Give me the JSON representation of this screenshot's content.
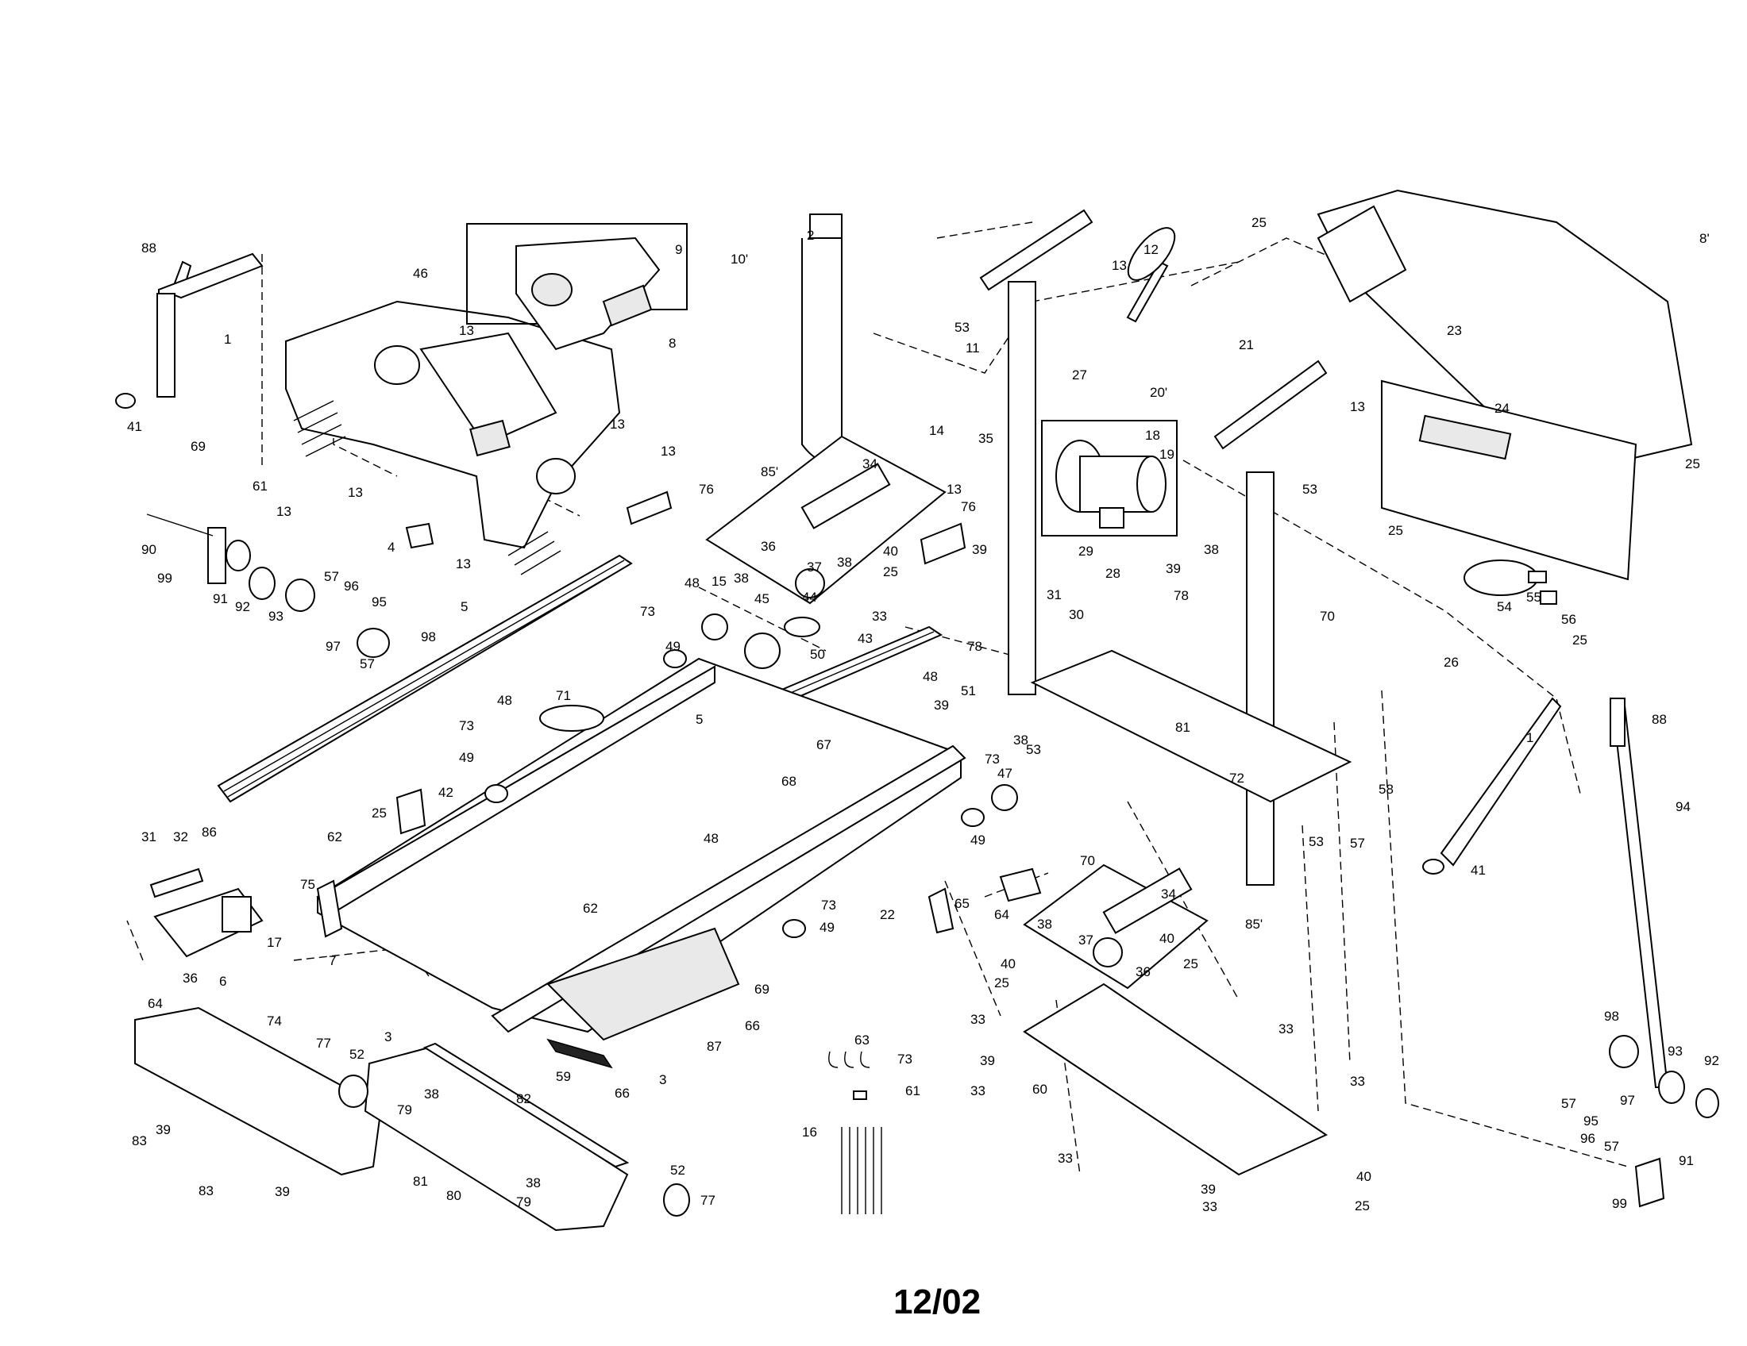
{
  "footer": {
    "code": "12/02"
  },
  "callouts": [
    {
      "id": "c88a",
      "text": "88"
    },
    {
      "id": "c1a",
      "text": "1"
    },
    {
      "id": "c41a",
      "text": "41"
    },
    {
      "id": "c69a",
      "text": "69"
    },
    {
      "id": "c46",
      "text": "46"
    },
    {
      "id": "c13a",
      "text": "13"
    },
    {
      "id": "c13b",
      "text": "13"
    },
    {
      "id": "c61a",
      "text": "61"
    },
    {
      "id": "c13c",
      "text": "13"
    },
    {
      "id": "c13d",
      "text": "13"
    },
    {
      "id": "c4",
      "text": "4"
    },
    {
      "id": "c13e",
      "text": "13"
    },
    {
      "id": "c9",
      "text": "9"
    },
    {
      "id": "c8",
      "text": "8"
    },
    {
      "id": "c10",
      "text": "10'"
    },
    {
      "id": "c90",
      "text": "90"
    },
    {
      "id": "c99a",
      "text": "99"
    },
    {
      "id": "c91a",
      "text": "91"
    },
    {
      "id": "c92a",
      "text": "92"
    },
    {
      "id": "c93a",
      "text": "93"
    },
    {
      "id": "c57a",
      "text": "57"
    },
    {
      "id": "c96a",
      "text": "96"
    },
    {
      "id": "c95a",
      "text": "95"
    },
    {
      "id": "c97a",
      "text": "97"
    },
    {
      "id": "c57b",
      "text": "57"
    },
    {
      "id": "c98a",
      "text": "98"
    },
    {
      "id": "c5a",
      "text": "5"
    },
    {
      "id": "c13f",
      "text": "13"
    },
    {
      "id": "c76a",
      "text": "76"
    },
    {
      "id": "c2",
      "text": "2"
    },
    {
      "id": "c85a",
      "text": "85'"
    },
    {
      "id": "c34a",
      "text": "34"
    },
    {
      "id": "c13g",
      "text": "13"
    },
    {
      "id": "c76b",
      "text": "76"
    },
    {
      "id": "c36a",
      "text": "36"
    },
    {
      "id": "c37a",
      "text": "37"
    },
    {
      "id": "c38a",
      "text": "38"
    },
    {
      "id": "c40a",
      "text": "40"
    },
    {
      "id": "c25a",
      "text": "25"
    },
    {
      "id": "c39a",
      "text": "39"
    },
    {
      "id": "c78a",
      "text": "78"
    },
    {
      "id": "c33a",
      "text": "33"
    },
    {
      "id": "c43",
      "text": "43"
    },
    {
      "id": "c48a",
      "text": "48"
    },
    {
      "id": "c15",
      "text": "15"
    },
    {
      "id": "c38b",
      "text": "38"
    },
    {
      "id": "c45",
      "text": "45"
    },
    {
      "id": "c44",
      "text": "44"
    },
    {
      "id": "c73a",
      "text": "73"
    },
    {
      "id": "c49a",
      "text": "49"
    },
    {
      "id": "c50",
      "text": "50"
    },
    {
      "id": "c71",
      "text": "71"
    },
    {
      "id": "c48b",
      "text": "48"
    },
    {
      "id": "c73b",
      "text": "73"
    },
    {
      "id": "c49b",
      "text": "49"
    },
    {
      "id": "c5b",
      "text": "5"
    },
    {
      "id": "c67",
      "text": "67"
    },
    {
      "id": "c68",
      "text": "68"
    },
    {
      "id": "c42",
      "text": "42"
    },
    {
      "id": "c25b",
      "text": "25"
    },
    {
      "id": "c62a",
      "text": "62"
    },
    {
      "id": "c48c",
      "text": "48"
    },
    {
      "id": "c48d",
      "text": "48"
    },
    {
      "id": "c39b",
      "text": "39"
    },
    {
      "id": "c51",
      "text": "51"
    },
    {
      "id": "c38c",
      "text": "38"
    },
    {
      "id": "c53a",
      "text": "53"
    },
    {
      "id": "c73c",
      "text": "73"
    },
    {
      "id": "c47",
      "text": "47"
    },
    {
      "id": "c49c",
      "text": "49"
    },
    {
      "id": "c14",
      "text": "14"
    },
    {
      "id": "c35",
      "text": "35"
    },
    {
      "id": "c53b",
      "text": "53"
    },
    {
      "id": "c11",
      "text": "11"
    },
    {
      "id": "c13h",
      "text": "13"
    },
    {
      "id": "c12",
      "text": "12"
    },
    {
      "id": "c27",
      "text": "27"
    },
    {
      "id": "c20",
      "text": "20'"
    },
    {
      "id": "c18",
      "text": "18"
    },
    {
      "id": "c19",
      "text": "19"
    },
    {
      "id": "c29",
      "text": "29"
    },
    {
      "id": "c38d",
      "text": "38"
    },
    {
      "id": "c31a",
      "text": "31"
    },
    {
      "id": "c30",
      "text": "30"
    },
    {
      "id": "c28",
      "text": "28"
    },
    {
      "id": "c39c",
      "text": "39"
    },
    {
      "id": "c78b",
      "text": "78"
    },
    {
      "id": "c21",
      "text": "21"
    },
    {
      "id": "c13i",
      "text": "13"
    },
    {
      "id": "c53c",
      "text": "53"
    },
    {
      "id": "c25c",
      "text": "25"
    },
    {
      "id": "c8b",
      "text": "8'"
    },
    {
      "id": "c23",
      "text": "23"
    },
    {
      "id": "c24",
      "text": "24"
    },
    {
      "id": "c25d",
      "text": "25"
    },
    {
      "id": "c25e",
      "text": "25"
    },
    {
      "id": "c54",
      "text": "54"
    },
    {
      "id": "c55",
      "text": "55"
    },
    {
      "id": "c56",
      "text": "56"
    },
    {
      "id": "c25f",
      "text": "25"
    },
    {
      "id": "c70a",
      "text": "70"
    },
    {
      "id": "c26",
      "text": "26"
    },
    {
      "id": "c81a",
      "text": "81"
    },
    {
      "id": "c72",
      "text": "72"
    },
    {
      "id": "c57c",
      "text": "57"
    },
    {
      "id": "c58",
      "text": "58"
    },
    {
      "id": "c53d",
      "text": "53"
    },
    {
      "id": "c1b",
      "text": "1"
    },
    {
      "id": "c41b",
      "text": "41"
    },
    {
      "id": "c88b",
      "text": "88"
    },
    {
      "id": "c94",
      "text": "94"
    },
    {
      "id": "c86",
      "text": "86"
    },
    {
      "id": "c31b",
      "text": "31"
    },
    {
      "id": "c32",
      "text": "32"
    },
    {
      "id": "c75",
      "text": "75"
    },
    {
      "id": "c7",
      "text": "7"
    },
    {
      "id": "c17",
      "text": "17"
    },
    {
      "id": "c36b",
      "text": "36"
    },
    {
      "id": "c6",
      "text": "6"
    },
    {
      "id": "c62b",
      "text": "62"
    },
    {
      "id": "c73d",
      "text": "73"
    },
    {
      "id": "c49d",
      "text": "49"
    },
    {
      "id": "c22",
      "text": "22"
    },
    {
      "id": "c65",
      "text": "65"
    },
    {
      "id": "c70b",
      "text": "70"
    },
    {
      "id": "c64a",
      "text": "64"
    },
    {
      "id": "c38e",
      "text": "38"
    },
    {
      "id": "c34b",
      "text": "34"
    },
    {
      "id": "c37b",
      "text": "37"
    },
    {
      "id": "c36c",
      "text": "36"
    },
    {
      "id": "c40b",
      "text": "40"
    },
    {
      "id": "c25g",
      "text": "25"
    },
    {
      "id": "c85b",
      "text": "85'"
    },
    {
      "id": "c69b",
      "text": "69"
    },
    {
      "id": "c66a",
      "text": "66"
    },
    {
      "id": "c87",
      "text": "87"
    },
    {
      "id": "c59",
      "text": "59"
    },
    {
      "id": "c66b",
      "text": "66"
    },
    {
      "id": "c3a",
      "text": "3"
    },
    {
      "id": "c64b",
      "text": "64"
    },
    {
      "id": "c74",
      "text": "74"
    },
    {
      "id": "c77a",
      "text": "77"
    },
    {
      "id": "c52a",
      "text": "52"
    },
    {
      "id": "c3b",
      "text": "3"
    },
    {
      "id": "c38f",
      "text": "38"
    },
    {
      "id": "c79a",
      "text": "79"
    },
    {
      "id": "c82",
      "text": "82"
    },
    {
      "id": "c83a",
      "text": "83"
    },
    {
      "id": "c39d",
      "text": "39"
    },
    {
      "id": "c83b",
      "text": "83"
    },
    {
      "id": "c39e",
      "text": "39"
    },
    {
      "id": "c81b",
      "text": "81"
    },
    {
      "id": "c80",
      "text": "80"
    },
    {
      "id": "c38g",
      "text": "38"
    },
    {
      "id": "c79b",
      "text": "79"
    },
    {
      "id": "c52b",
      "text": "52"
    },
    {
      "id": "c77b",
      "text": "77"
    },
    {
      "id": "c63",
      "text": "63"
    },
    {
      "id": "c73e",
      "text": "73"
    },
    {
      "id": "c61b",
      "text": "61"
    },
    {
      "id": "c16",
      "text": "16"
    },
    {
      "id": "c40c",
      "text": "40"
    },
    {
      "id": "c25h",
      "text": "25"
    },
    {
      "id": "c33b",
      "text": "33"
    },
    {
      "id": "c33c",
      "text": "33"
    },
    {
      "id": "c39f",
      "text": "39"
    },
    {
      "id": "c33d",
      "text": "33"
    },
    {
      "id": "c60",
      "text": "60"
    },
    {
      "id": "c33e",
      "text": "33"
    },
    {
      "id": "c33f",
      "text": "33"
    },
    {
      "id": "c39g",
      "text": "39"
    },
    {
      "id": "c40d",
      "text": "40"
    },
    {
      "id": "c33g",
      "text": "33"
    },
    {
      "id": "c25i",
      "text": "25"
    },
    {
      "id": "c98b",
      "text": "98"
    },
    {
      "id": "c93b",
      "text": "93"
    },
    {
      "id": "c92b",
      "text": "92"
    },
    {
      "id": "c57d",
      "text": "57"
    },
    {
      "id": "c95b",
      "text": "95"
    },
    {
      "id": "c97b",
      "text": "97"
    },
    {
      "id": "c96b",
      "text": "96"
    },
    {
      "id": "c57e",
      "text": "57"
    },
    {
      "id": "c91b",
      "text": "91"
    },
    {
      "id": "c99b",
      "text": "99"
    }
  ]
}
